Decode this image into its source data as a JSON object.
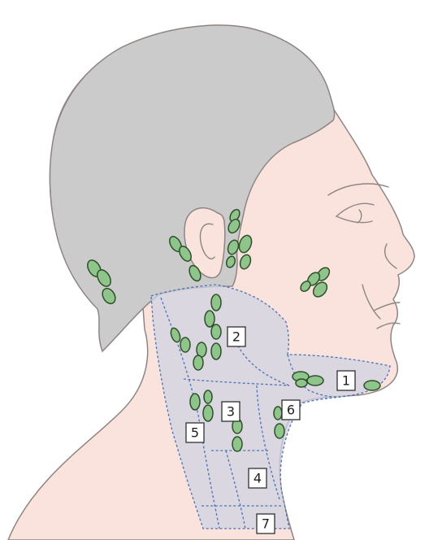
{
  "colors": {
    "skin": "#fae3dc",
    "hair": "#cbcbcb",
    "outline": "#8e8582",
    "region_fill": "#cfd3e3",
    "region_border": "#4a72b6",
    "lymph_node_fill": "#8fc48a",
    "lymph_node_stroke": "#2e4f2c"
  },
  "neck_levels": [
    {
      "id": "level-1",
      "label": "1"
    },
    {
      "id": "level-2",
      "label": "2"
    },
    {
      "id": "level-3",
      "label": "3"
    },
    {
      "id": "level-4",
      "label": "4"
    },
    {
      "id": "level-5",
      "label": "5"
    },
    {
      "id": "level-6",
      "label": "6"
    },
    {
      "id": "level-7",
      "label": "7"
    }
  ]
}
